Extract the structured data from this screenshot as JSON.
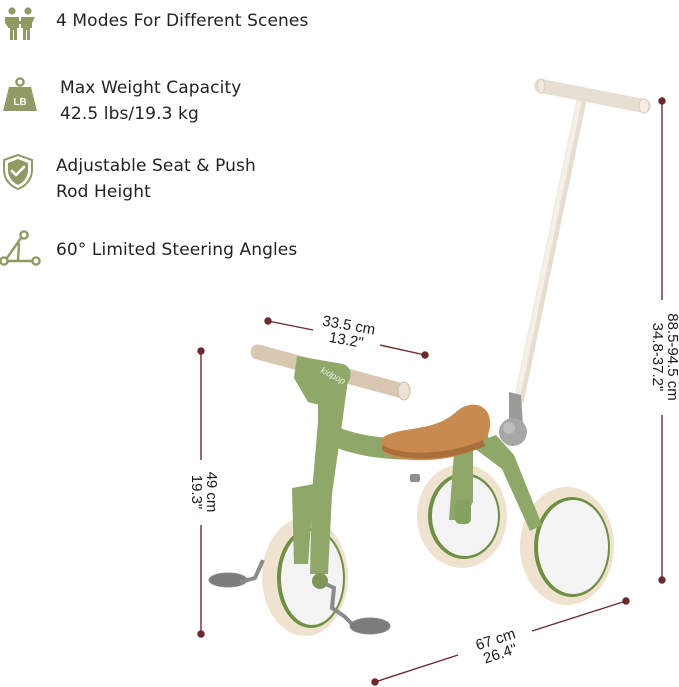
{
  "features": [
    {
      "icon": "people-icon",
      "lines": [
        "4 Modes For Different Scenes"
      ]
    },
    {
      "icon": "weight-lb-icon",
      "icon_text": "LB",
      "lines": [
        "Max Weight Capacity",
        "42.5 lbs/19.3 kg"
      ]
    },
    {
      "icon": "shield-check-icon",
      "lines": [
        "Adjustable Seat & Push",
        "Rod Height"
      ]
    },
    {
      "icon": "steering-angle-icon",
      "lines": [
        "60° Limited Steering Angles"
      ]
    }
  ],
  "product": {
    "brand": "kidpop",
    "colors": {
      "frame": "#8fa86a",
      "seat": "#c98a50",
      "tire": "#f1e4d2",
      "rod": "#efe7dc",
      "accent_icon": "#8f9b65",
      "dim_line": "#6b2a2e"
    }
  },
  "dimensions": {
    "handlebar_width": {
      "metric": "33.5 cm",
      "imperial": "13.2\""
    },
    "seat_height": {
      "metric": "49 cm",
      "imperial": "19.3\""
    },
    "push_rod_height": {
      "metric": "88.5-94.5 cm",
      "imperial": "34.8-37.2\""
    },
    "length": {
      "metric": "67 cm",
      "imperial": "26.4\""
    }
  }
}
